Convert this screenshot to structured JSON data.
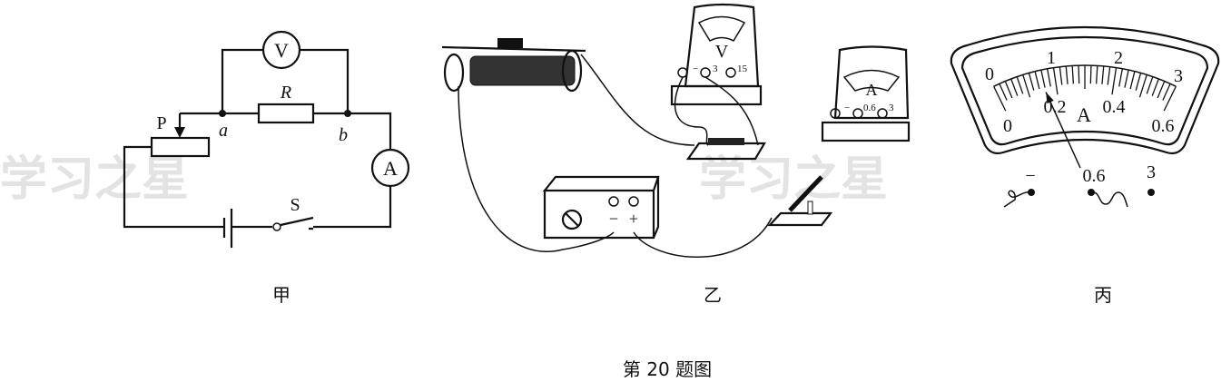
{
  "watermark": "学习之星",
  "figure_caption": "第 20 题图",
  "panel_jia": {
    "label": "甲",
    "voltmeter": "V",
    "ammeter": "A",
    "resistor": "R",
    "slider": "P",
    "node_a": "a",
    "node_b": "b",
    "switch": "S"
  },
  "panel_yi": {
    "label": "乙",
    "voltmeter": {
      "symbol": "V",
      "terminals": [
        "−",
        "3",
        "15"
      ]
    },
    "ammeter": {
      "symbol": "A",
      "terminals": [
        "−",
        "0.6",
        "3"
      ]
    },
    "power_supply_terminals": [
      "−",
      "+"
    ]
  },
  "panel_bing": {
    "label": "丙",
    "unit": "A",
    "upper_scale": [
      "0",
      "1",
      "2",
      "3"
    ],
    "lower_scale": [
      "0",
      "0.2",
      "0.4",
      "0.6"
    ],
    "terminals": [
      "−",
      "0.6",
      "3"
    ],
    "pointer_reading_A": 0.16
  }
}
